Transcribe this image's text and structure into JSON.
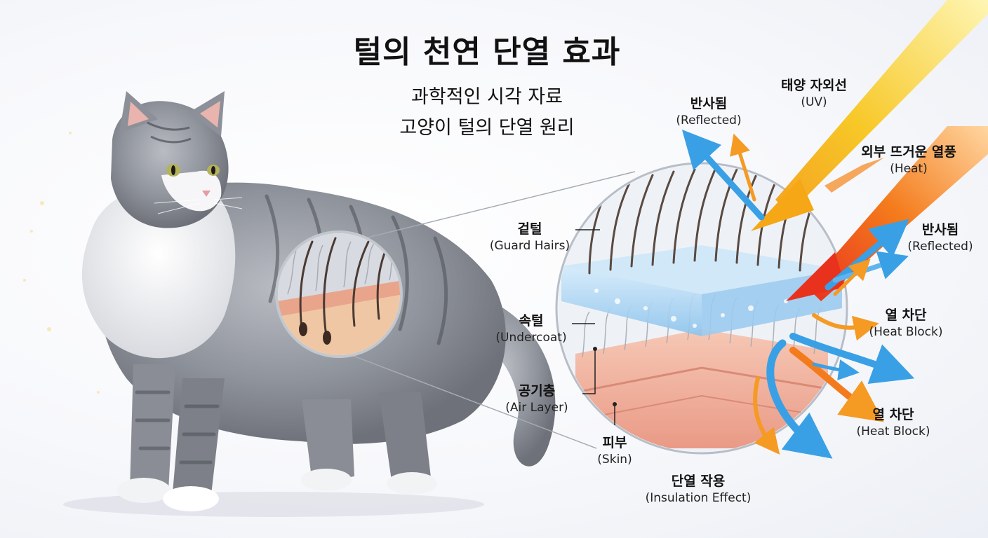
{
  "title": "털의 천연 단열 효과",
  "subtitle1": "과학적인 시각 자료",
  "subtitle2": "고양이 털의 단열 원리",
  "labels": {
    "reflected_top": {
      "ko": "반사됨",
      "en": "(Reflected)"
    },
    "uv": {
      "ko": "태양 자외선",
      "en": "(UV)"
    },
    "heat": {
      "ko": "외부 뜨거운 열풍",
      "en": "(Heat)"
    },
    "reflected_right": {
      "ko": "반사됨",
      "en": "(Reflected)"
    },
    "heat_block_1": {
      "ko": "열 차단",
      "en": "(Heat Block)"
    },
    "heat_block_2": {
      "ko": "열 차단",
      "en": "(Heat Block)"
    },
    "guard_hairs": {
      "ko": "겉털",
      "en": "(Guard Hairs)"
    },
    "undercoat": {
      "ko": "속털",
      "en": "(Undercoat)"
    },
    "air_layer": {
      "ko": "공기층",
      "en": "(Air Layer)"
    },
    "skin": {
      "ko": "피부",
      "en": "(Skin)"
    },
    "insulation": {
      "ko": "단열 작용",
      "en": "(Insulation Effect)"
    }
  },
  "colors": {
    "uv_arrow": "#f5c518",
    "heat_arrow": "#f26a1b",
    "reflect_arrow": "#3aa0e6",
    "skin": "#f1b7a4",
    "air_layer": "#a9d4f2",
    "fur": "#8e9096"
  }
}
